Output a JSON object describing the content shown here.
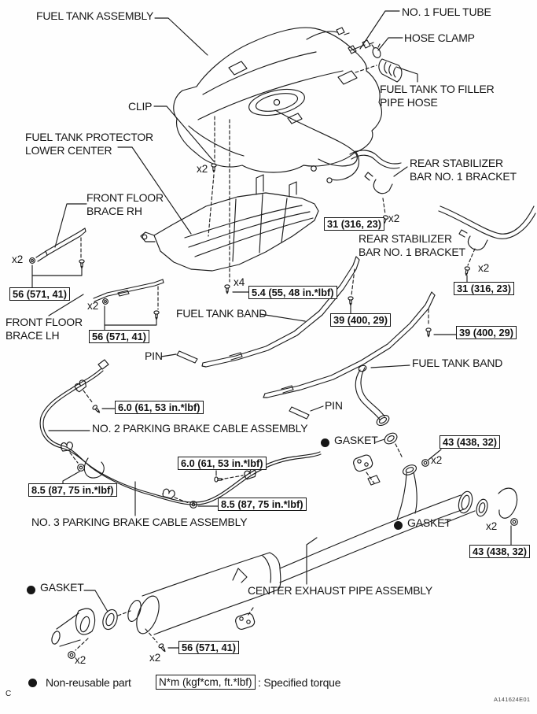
{
  "doc": {
    "corner_mark": "C",
    "drawing_code": "A141624E01"
  },
  "legend": {
    "non_reusable_label": "Non-reusable part",
    "torque_unit_label": "N*m (kgf*cm, ft.*lbf)",
    "torque_meaning": ": Specified torque"
  },
  "parts": {
    "fuel_tank_assembly": "FUEL TANK ASSEMBLY",
    "no1_fuel_tube": "NO. 1 FUEL TUBE",
    "hose_clamp": "HOSE CLAMP",
    "fuel_tank_to_filler_pipe_hose": [
      "FUEL TANK TO FILLER",
      "PIPE HOSE"
    ],
    "clip": "CLIP",
    "fuel_tank_protector_lower_center": [
      "FUEL TANK PROTECTOR",
      "LOWER CENTER"
    ],
    "front_floor_brace_rh": [
      "FRONT FLOOR",
      "BRACE RH"
    ],
    "front_floor_brace_lh": [
      "FRONT FLOOR",
      "BRACE LH"
    ],
    "rear_stabilizer_bar_no1_bracket": [
      "REAR STABILIZER",
      "BAR NO. 1 BRACKET"
    ],
    "fuel_tank_band": "FUEL TANK BAND",
    "pin": "PIN",
    "no2_parking_brake_cable": "NO. 2 PARKING BRAKE CABLE ASSEMBLY",
    "no3_parking_brake_cable": "NO. 3 PARKING BRAKE CABLE ASSEMBLY",
    "gasket": "GASKET",
    "center_exhaust_pipe_assembly": "CENTER EXHAUST PIPE ASSEMBLY"
  },
  "torques": {
    "t56": "56 (571, 41)",
    "t31": "31 (316, 23)",
    "t5_4": "5.4 (55, 48 in.*lbf)",
    "t39": "39 (400, 29)",
    "t6_0": "6.0 (61, 53 in.*lbf)",
    "t8_5": "8.5 (87, 75 in.*lbf)",
    "t43": "43 (438, 32)"
  },
  "quantities": {
    "x2": "x2",
    "x4": "x4"
  }
}
